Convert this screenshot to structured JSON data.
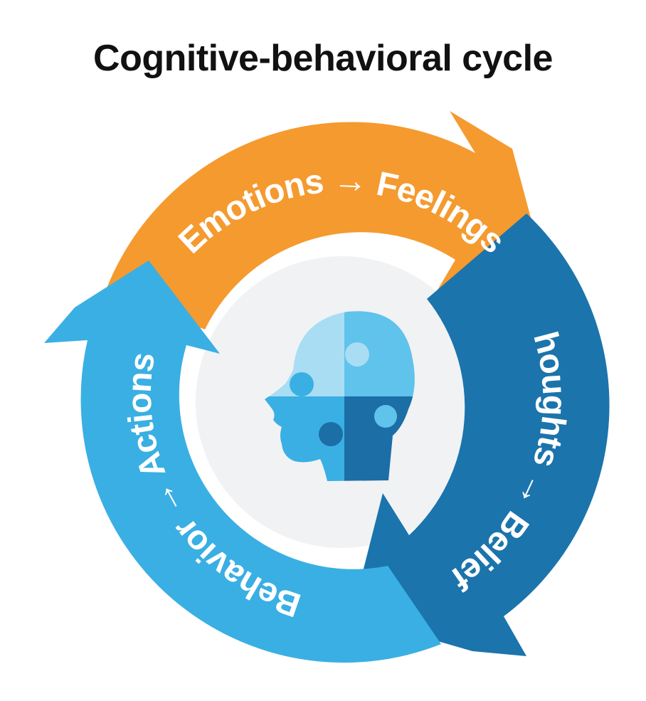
{
  "title": "Cognitive-behavioral cycle",
  "segments": [
    {
      "id": "emotions",
      "label": "Emotions → Feelings",
      "color": "#F59A2F"
    },
    {
      "id": "thoughts",
      "label": "Thoughts → Beliefs",
      "color": "#1B74AC"
    },
    {
      "id": "behavior",
      "label": "Behavior → Actions",
      "color": "#3AAFE3"
    }
  ],
  "center": {
    "icon": "head-puzzle-icon",
    "colors": [
      "#A9DDF3",
      "#5FC3EC",
      "#3AAFE3",
      "#1B6EA6"
    ]
  }
}
